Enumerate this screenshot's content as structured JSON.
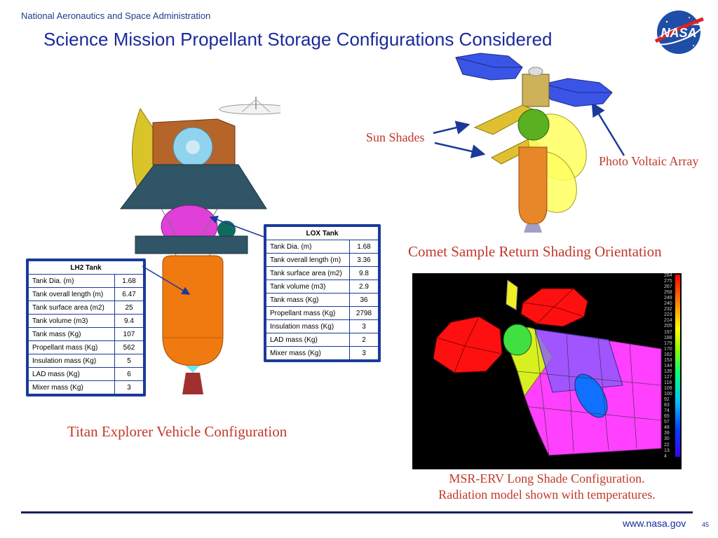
{
  "header": {
    "agency": "National Aeronautics and Space Administration",
    "title": "Science Mission Propellant Storage Configurations Considered",
    "logo_text": "NASA"
  },
  "lh2_table": {
    "title": "LH2 Tank",
    "rows": [
      {
        "label": "Tank Dia. (m)",
        "value": "1.68"
      },
      {
        "label": "Tank overall length (m)",
        "value": "6.47"
      },
      {
        "label": "Tank surface area (m2)",
        "value": "25"
      },
      {
        "label": "Tank volume (m3)",
        "value": "9.4"
      },
      {
        "label": "Tank mass (Kg)",
        "value": "107"
      },
      {
        "label": "Propellant mass (Kg)",
        "value": "562"
      },
      {
        "label": "Insulation mass (Kg)",
        "value": "5"
      },
      {
        "label": "LAD mass (Kg)",
        "value": "6"
      },
      {
        "label": "Mixer mass (Kg)",
        "value": "3"
      }
    ]
  },
  "lox_table": {
    "title": "LOX Tank",
    "rows": [
      {
        "label": "Tank Dia. (m)",
        "value": "1.68"
      },
      {
        "label": "Tank overall length (m)",
        "value": "3.36"
      },
      {
        "label": "Tank surface area (m2)",
        "value": "9.8"
      },
      {
        "label": "Tank volume (m3)",
        "value": "2.9"
      },
      {
        "label": "Tank mass (Kg)",
        "value": "36"
      },
      {
        "label": "Propellant mass (Kg)",
        "value": "2798"
      },
      {
        "label": "Insulation mass (Kg)",
        "value": "3"
      },
      {
        "label": "LAD mass (Kg)",
        "value": "2"
      },
      {
        "label": "Mixer mass (Kg)",
        "value": "3"
      }
    ]
  },
  "captions": {
    "titan": "Titan Explorer Vehicle Configuration",
    "comet": "Comet Sample Return Shading Orientation",
    "sun_shades": "Sun Shades",
    "photo_voltaic": "Photo Voltaic Array",
    "msr_line1": "MSR-ERV Long Shade Configuration.",
    "msr_line2": "Radiation model shown with temperatures."
  },
  "temperature_scale": [
    "284",
    "275",
    "267",
    "258",
    "249",
    "240",
    "232",
    "223",
    "214",
    "205",
    "197",
    "188",
    "179",
    "170",
    "162",
    "153",
    "144",
    "135",
    "127",
    "118",
    "109",
    "100",
    "92",
    "83",
    "74",
    "65",
    "57",
    "48",
    "39",
    "30",
    "22",
    "13",
    "4"
  ],
  "footer": {
    "url": "www.nasa.gov",
    "page_number": "45"
  }
}
